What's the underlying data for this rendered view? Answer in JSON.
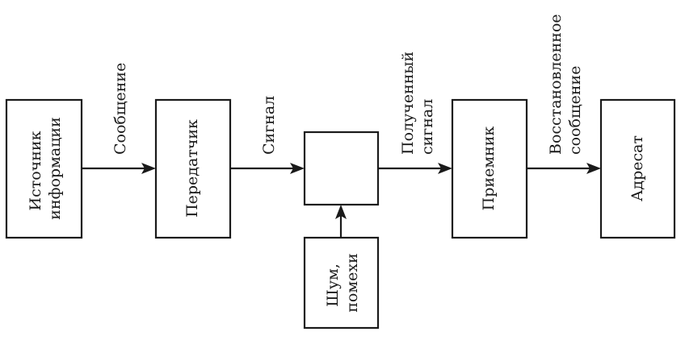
{
  "blocks": {
    "source": [
      "Источник",
      "информации"
    ],
    "transmitter": [
      "Передатчик"
    ],
    "channel": [],
    "noise": [
      "Шум,",
      "помехи"
    ],
    "receiver": [
      "Приемник"
    ],
    "recipient": [
      "Адресат"
    ]
  },
  "links": {
    "message": [
      "Сообщение"
    ],
    "signal": [
      "Сигнал"
    ],
    "received_signal": [
      "Полученный",
      "сигнал"
    ],
    "restored_message": [
      "Восстановленное",
      "сообщение"
    ]
  }
}
